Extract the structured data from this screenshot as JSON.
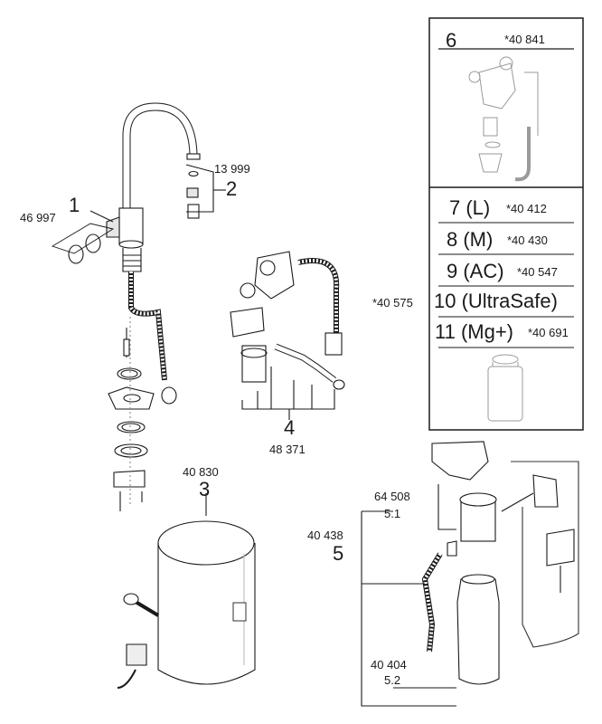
{
  "parts": {
    "p1": {
      "number": "1",
      "code": "46 997"
    },
    "p2": {
      "number": "2",
      "code": "13 999"
    },
    "p3": {
      "number": "3",
      "code": "40 830"
    },
    "p4": {
      "number": "4",
      "code": "48 371"
    },
    "p5": {
      "number": "5",
      "code": "40 438"
    },
    "p51": {
      "number": "5.1",
      "code": "64 508"
    },
    "p52": {
      "number": "5.2",
      "code": "40 404"
    }
  },
  "inset": {
    "p6": {
      "number": "6",
      "code": "*40 841"
    },
    "filters": [
      {
        "label": "7 (L)",
        "code": "*40 412"
      },
      {
        "label": "8 (M)",
        "code": "*40 430"
      },
      {
        "label": "9 (AC)",
        "code": "*40 547"
      },
      {
        "label": "10 (UltraSafe)",
        "code": "*40 575"
      },
      {
        "label": "11 (Mg+)",
        "code": "*40 691"
      }
    ]
  },
  "colors": {
    "line": "#1a1a1a",
    "shade": "#bdbdbd",
    "inset_gray": "#9a9a9a"
  }
}
